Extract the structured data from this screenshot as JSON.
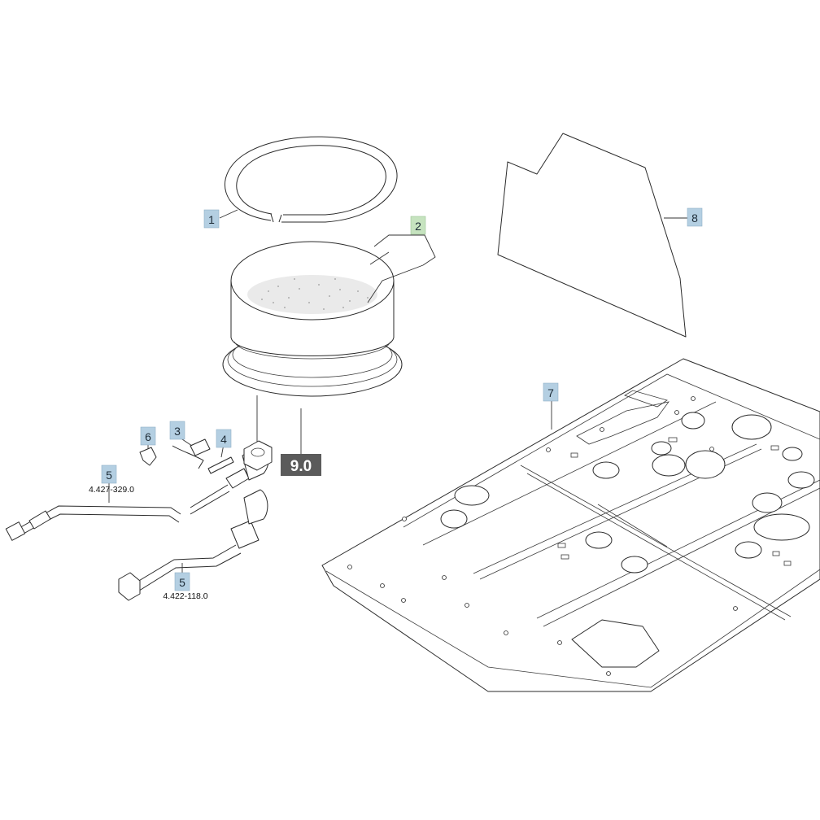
{
  "diagram": {
    "reference": {
      "label": "9.0"
    },
    "callouts": [
      {
        "id": "1",
        "style": "blue"
      },
      {
        "id": "2",
        "style": "green"
      },
      {
        "id": "3",
        "style": "blue"
      },
      {
        "id": "4",
        "style": "blue"
      },
      {
        "id": "5",
        "style": "blue",
        "part_number": "4.427-329.0"
      },
      {
        "id": "5",
        "style": "blue",
        "part_number": "4.422-118.0"
      },
      {
        "id": "6",
        "style": "blue"
      },
      {
        "id": "7",
        "style": "blue"
      },
      {
        "id": "8",
        "style": "blue"
      }
    ]
  }
}
